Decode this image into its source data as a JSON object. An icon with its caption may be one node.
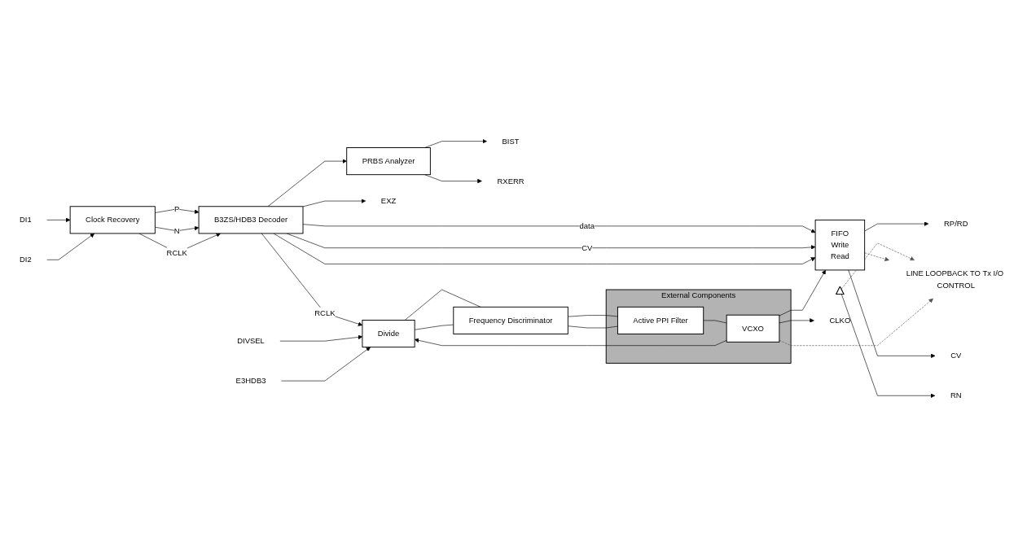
{
  "diagram": {
    "nodes": [
      {
        "text": [
          "DI1"
        ]
      },
      {
        "text": [
          "DI2"
        ]
      },
      {
        "text": [
          "Clock Recovery"
        ]
      },
      {
        "text": [
          "B3ZS/HDB3 Decoder"
        ]
      },
      {
        "text": [
          "PRBS Analyzer"
        ]
      },
      {
        "text": [
          "BIST"
        ]
      },
      {
        "text": [
          "RXERR"
        ]
      },
      {
        "text": [
          "EXZ"
        ]
      },
      {
        "text": [
          "LINE LOOPBACK TO Tx I/O CONTROL"
        ]
      },
      {
        "text": [
          "FIFO",
          "Write",
          "Read"
        ]
      },
      {
        "text": [
          "RN"
        ]
      },
      {
        "text": [],
        "shape": "triangle"
      },
      {
        "text": [
          "RP/RD"
        ]
      },
      {
        "text": [
          "CLKO"
        ]
      },
      {
        "text": [
          "CV"
        ]
      },
      {
        "text": [
          "Divide"
        ]
      },
      {
        "text": [
          "Frequency Discriminator"
        ]
      },
      {
        "text": [
          "External Components"
        ]
      },
      {
        "text": [
          "Active PPI Filter"
        ],
        "in": 17
      },
      {
        "text": [
          "VCXO"
        ],
        "in": 17
      },
      {
        "text": [
          "DIVSEL"
        ]
      },
      {
        "text": [
          "E3HDB3"
        ]
      }
    ],
    "edges": [
      {
        "from": 0,
        "to": 2,
        "arrow": "to"
      },
      {
        "from": 1,
        "to": 2,
        "arrow": "to"
      },
      {
        "from": 2,
        "to": 3,
        "label": "P",
        "arrow": "to"
      },
      {
        "from": 2,
        "to": 3,
        "label": "N",
        "arrow": "to"
      },
      {
        "from": 2,
        "to": 3,
        "label": "RCLK",
        "arrow": "to"
      },
      {
        "from": 3,
        "to": 4,
        "arrow": "to"
      },
      {
        "from": 3,
        "to": 7,
        "arrow": "to"
      },
      {
        "from": 3,
        "to": 9,
        "label": "data",
        "arrow": "to"
      },
      {
        "from": 3,
        "to": 9,
        "label": "CV",
        "arrow": "to"
      },
      {
        "from": 3,
        "to": 9,
        "arrow": "to"
      },
      {
        "from": 3,
        "to": 15,
        "label": "RCLK",
        "arrow": "to"
      },
      {
        "from": 4,
        "to": 5,
        "arrow": "to"
      },
      {
        "from": 4,
        "to": 6,
        "arrow": "to"
      },
      {
        "from": 11,
        "to": 10,
        "arrow": "to"
      },
      {
        "from": 11,
        "to": 8,
        "arrow": "to",
        "style": "dashed"
      },
      {
        "from": 9,
        "to": 12,
        "arrow": "to"
      },
      {
        "from": 9,
        "to": 8,
        "arrow": "to",
        "style": "dashed"
      },
      {
        "from": 9,
        "to": 14,
        "arrow": "to"
      },
      {
        "from": 19,
        "to": 13,
        "arrow": "to"
      },
      {
        "from": 19,
        "to": 8,
        "arrow": "to",
        "style": "dashed"
      },
      {
        "from": 19,
        "to": 9,
        "arrow": "to"
      },
      {
        "from": 19,
        "to": 15,
        "arrow": "to"
      },
      {
        "from": 15,
        "to": 16,
        "arrow": "none"
      },
      {
        "from": 15,
        "to": 16,
        "arrow": "none"
      },
      {
        "from": 16,
        "to": 18,
        "arrow": "none"
      },
      {
        "from": 16,
        "to": 18,
        "arrow": "none"
      },
      {
        "from": 18,
        "to": 19,
        "arrow": "none"
      },
      {
        "from": 20,
        "to": 15,
        "arrow": "to"
      },
      {
        "from": 21,
        "to": 15,
        "arrow": "to"
      }
    ]
  }
}
